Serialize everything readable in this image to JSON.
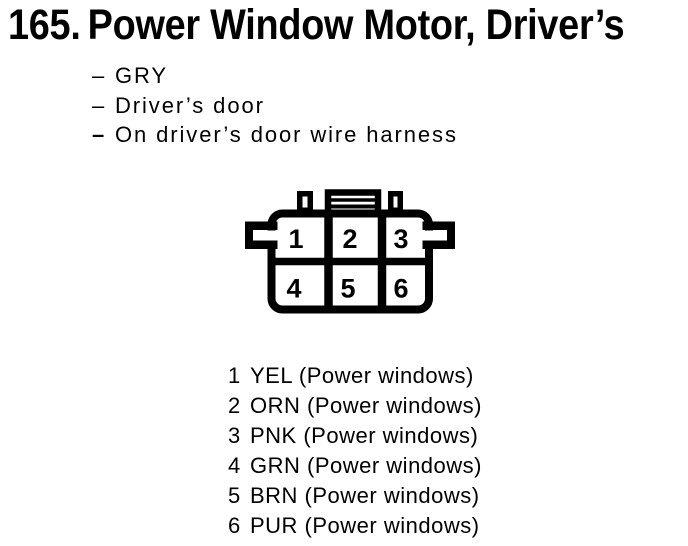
{
  "page": {
    "background": "#ffffff",
    "text_color": "#000000"
  },
  "header": {
    "number": "165.",
    "title": "Power Window Motor, Driver’s"
  },
  "notes": {
    "dash": "–",
    "items": [
      {
        "text": "GRY"
      },
      {
        "text": "Driver’s door"
      },
      {
        "text": "On driver’s door wire harness"
      }
    ]
  },
  "connector": {
    "pins": [
      "1",
      "2",
      "3",
      "4",
      "5",
      "6"
    ]
  },
  "legend": {
    "rows": [
      {
        "pin": "1",
        "label": "YEL (Power windows)"
      },
      {
        "pin": "2",
        "label": "ORN (Power windows)"
      },
      {
        "pin": "3",
        "label": "PNK (Power windows)"
      },
      {
        "pin": "4",
        "label": "GRN (Power windows)"
      },
      {
        "pin": "5",
        "label": "BRN (Power windows)"
      },
      {
        "pin": "6",
        "label": "PUR (Power windows)"
      }
    ]
  }
}
